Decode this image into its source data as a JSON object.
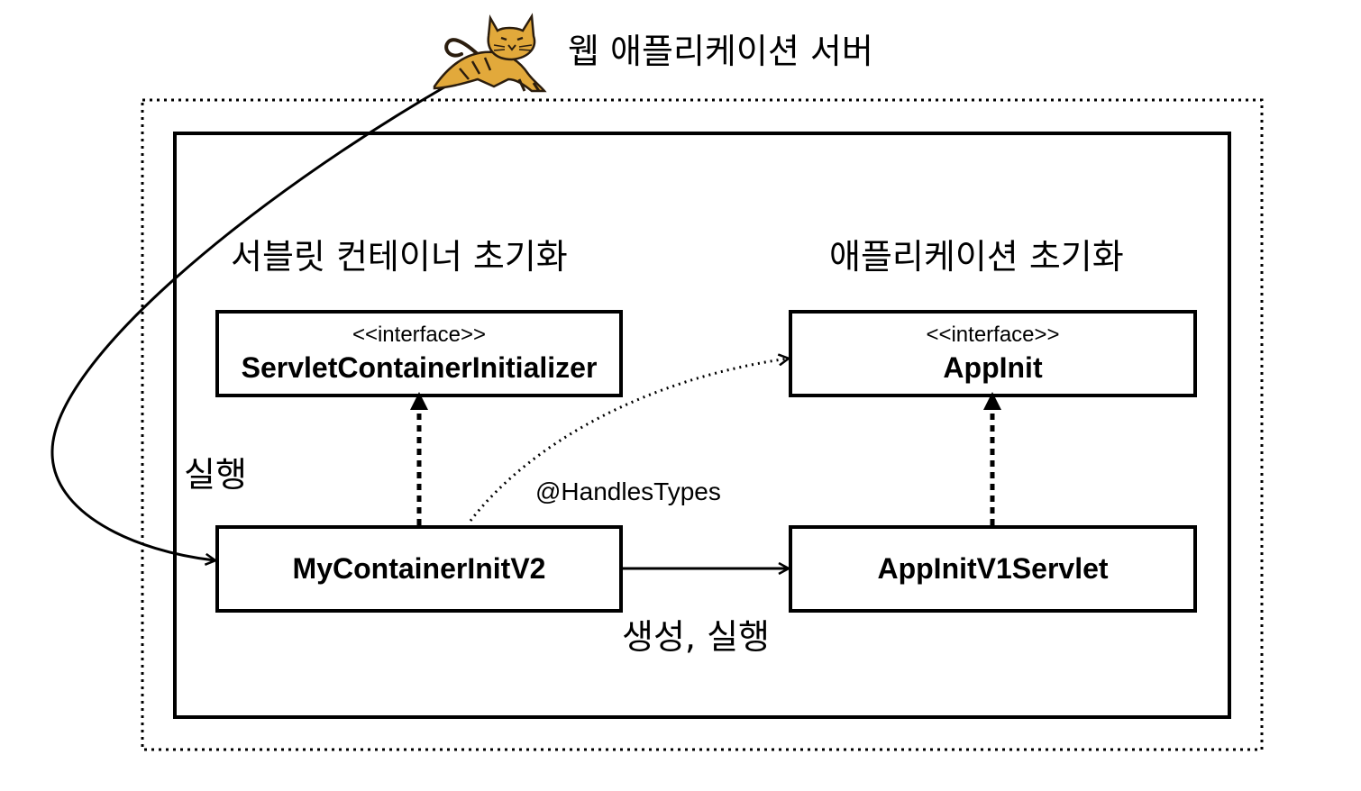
{
  "server": {
    "title": "웹 애플리케이션 서버",
    "logo": "tomcat-cat-logo"
  },
  "sections": {
    "servlet_container_init": "서블릿 컨테이너 초기화",
    "application_init": "애플리케이션 초기화"
  },
  "classes": {
    "servlet_container_initializer": {
      "stereotype": "<<interface>>",
      "name": "ServletContainerInitializer"
    },
    "app_init": {
      "stereotype": "<<interface>>",
      "name": "AppInit"
    },
    "my_container_init": {
      "name": "MyContainerInitV2"
    },
    "app_init_v1_servlet": {
      "name": "AppInitV1Servlet"
    }
  },
  "edges": {
    "execute": "실행",
    "handles_types": "@HandlesTypes",
    "create_execute": "생성, 실행"
  },
  "colors": {
    "line": "#000000",
    "logo_body": "#e2a93b",
    "logo_outline": "#2b1d0e"
  }
}
